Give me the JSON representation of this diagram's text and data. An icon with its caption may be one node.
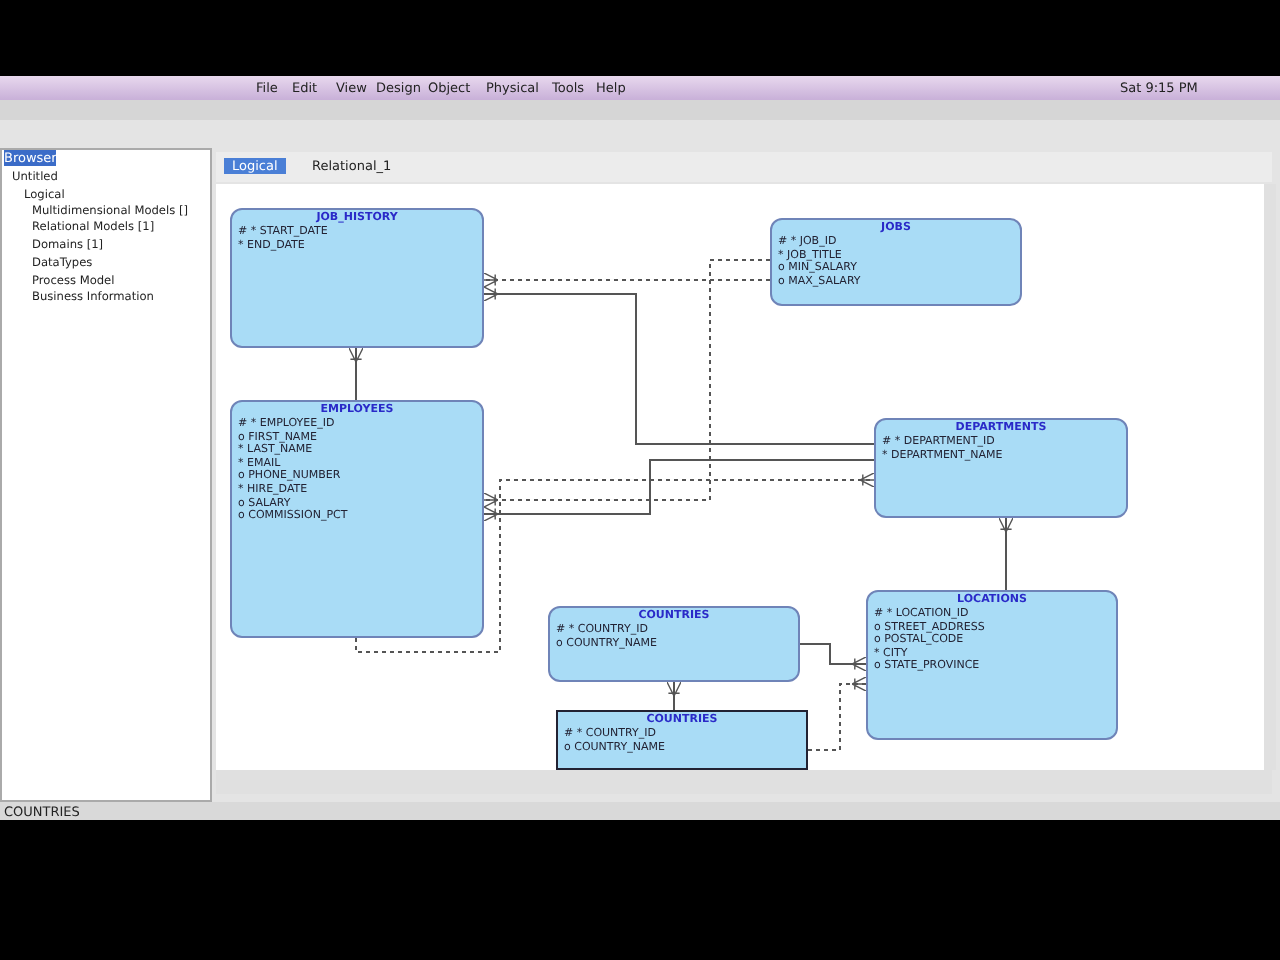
{
  "diagram": {
    "nodes": [
      {
        "text": [
          "JOB_HISTORY",
          "# * START_DATE",
          "* END_DATE"
        ]
      },
      {
        "text": [
          "JOBS",
          "# * JOB_ID",
          "* JOB_TITLE",
          "o MIN_SALARY",
          "o MAX_SALARY"
        ]
      },
      {
        "text": [
          "EMPLOYEES",
          "# * EMPLOYEE_ID",
          "o FIRST_NAME",
          "* LAST_NAME",
          "* EMAIL",
          "o PHONE_NUMBER",
          "* HIRE_DATE",
          "o SALARY",
          "o COMMISSION_PCT"
        ]
      },
      {
        "text": [
          "DEPARTMENTS",
          "# * DEPARTMENT_ID",
          "* DEPARTMENT_NAME"
        ]
      },
      {
        "text": [
          "COUNTRIES",
          "# * COUNTRY_ID",
          "o COUNTRY_NAME"
        ]
      },
      {
        "text": [
          "LOCATIONS",
          "# * LOCATION_ID",
          "o STREET_ADDRESS",
          "o POSTAL_CODE",
          "* CITY",
          "o STATE_PROVINCE"
        ]
      },
      {
        "text": [
          "COUNTRIES",
          "# * COUNTRY_ID",
          "o COUNTRY_NAME"
        ]
      }
    ],
    "edges": [
      {
        "from": 1,
        "to": 0,
        "arrow": "other",
        "style": "dashed"
      },
      {
        "from": 3,
        "to": 0,
        "arrow": "other"
      },
      {
        "from": 2,
        "to": 0,
        "arrow": "other"
      },
      {
        "from": 1,
        "to": 2,
        "arrow": "other",
        "style": "dashed"
      },
      {
        "from": 3,
        "to": 2,
        "arrow": "other"
      },
      {
        "from": 2,
        "to": 3,
        "arrow": "other",
        "style": "dashed"
      },
      {
        "from": 5,
        "to": 3,
        "arrow": "other"
      },
      {
        "from": 4,
        "to": 5,
        "arrow": "other"
      },
      {
        "from": 6,
        "to": 5,
        "arrow": "other",
        "style": "dashed"
      },
      {
        "from": 6,
        "to": 4,
        "arrow": "other"
      }
    ],
    "labels": [
      "File",
      "Edit",
      "View",
      "Design",
      "Object",
      "Physical",
      "Tools",
      "Help",
      "Sat 9:15 PM",
      "Browser",
      "Untitled",
      "Logical",
      "Multidimensional Models []",
      "Relational Models [1]",
      "Domains [1]",
      "DataTypes",
      "Process Model",
      "Business Information",
      "Logical",
      "Relational_1",
      "COUNTRIES"
    ]
  }
}
